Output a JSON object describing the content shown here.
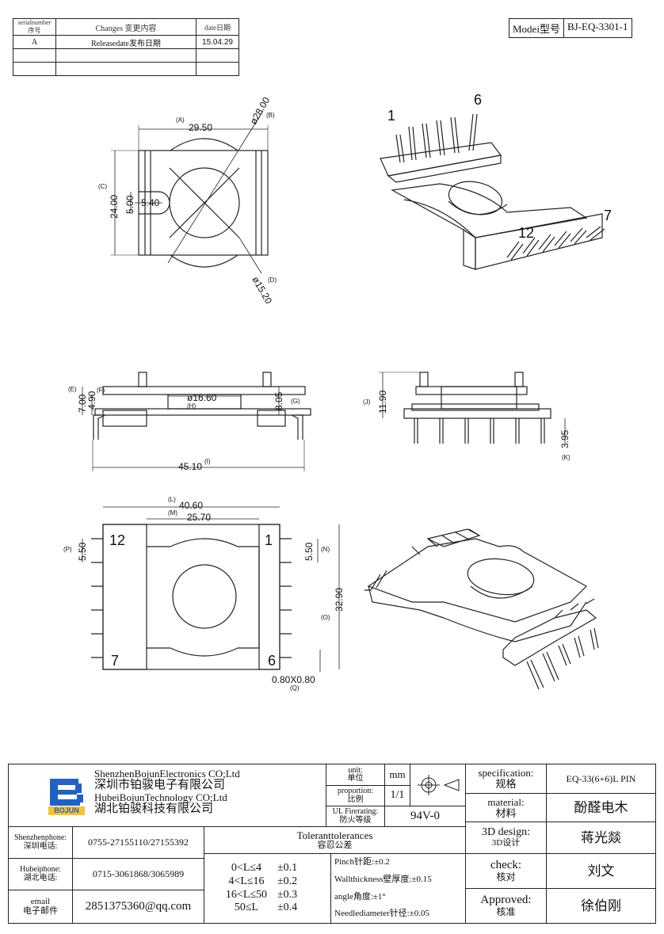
{
  "revision": {
    "headers": {
      "serial": "serialnumber序号",
      "changes": "Changes 变更内容",
      "date": "date日期"
    },
    "rows": [
      {
        "serial": "A",
        "changes": "Releasedate发布日期",
        "date": "15.04.29"
      }
    ]
  },
  "model": {
    "label": "Modei型号",
    "value": "BJ-EQ-3301-1"
  },
  "dims_top": {
    "a": "(A)",
    "b": "(B)",
    "c": "(C)",
    "d": "(D)",
    "w": "29.50",
    "dia_out": "ø28.00",
    "h": "24.00",
    "slot": "5.00",
    "inner": "5.40",
    "dia_in": "ø15.20"
  },
  "dims_side": {
    "e": "(E)",
    "f": "(F)",
    "g": "(G)",
    "hh": "(H)",
    "ii": "(I)",
    "h1": "7.00",
    "h2": "4.90",
    "dia": "ø16.60",
    "h3": "8.05",
    "len": "45.10"
  },
  "dims_side2": {
    "j": "(J)",
    "k": "(K)",
    "h": "11.90",
    "pin": "3.95"
  },
  "dims_bottom": {
    "l": "(L)",
    "m": "(M)",
    "n": "(N)",
    "o": "(O)",
    "p": "(P)",
    "q": "(Q)",
    "w1": "40.60",
    "w2": "25.70",
    "pitch_l": "5.50",
    "pitch_r": "5.50",
    "h": "32.90",
    "pinsize": "0.80X0.80",
    "pin12": "12",
    "pin1": "1",
    "pin7": "7",
    "pin6": "6"
  },
  "iso_pins": {
    "p1": "1",
    "p6": "6",
    "p7": "7",
    "p12": "12"
  },
  "company": {
    "en1": "ShenzhenBojunElectronics CO;Ltd",
    "cn1": "深圳市铂骏电子有限公司",
    "en2": "HubeiBojunTechnology CO;Ltd",
    "cn2": "湖北铂骏科技有限公司",
    "logo_text": "BOJUN"
  },
  "contacts": [
    {
      "label": "Shenzhenphone:",
      "label_cn": "深圳电话:",
      "value": "0755-27155110/27155392"
    },
    {
      "label": "Hubeiphone:",
      "label_cn": "湖北电话:",
      "value": "0715-3061868/3065989"
    },
    {
      "label": "email",
      "label_cn": "电子邮件",
      "value": "2851375360@qq.com"
    }
  ],
  "unit": {
    "label": "unit:",
    "label_cn": "单位",
    "value": "mm"
  },
  "proportion": {
    "label": "proportion:",
    "label_cn": "比例",
    "value": "1/1"
  },
  "ul": {
    "label": "UL Firerating:",
    "label_cn": "防火等级",
    "value": "94V-0"
  },
  "tolerances": {
    "title": "Toleranttolerances",
    "title_cn": "容忍公差",
    "rows": [
      {
        "range": "0<L≤4",
        "tol": "±0.1"
      },
      {
        "range": "4<L≤16",
        "tol": "±0.2"
      },
      {
        "range": "16<L≤50",
        "tol": "±0.3"
      },
      {
        "range": "50≤L",
        "tol": "±0.4"
      }
    ],
    "notes": [
      "Pinch针距:±0.2",
      "Wallthickness壁厚度:±0.15",
      "angle角度:±1°",
      "Needlediameter针径:±0.05"
    ]
  },
  "spec": {
    "label": "specification:",
    "label_cn": "规格",
    "value": "EQ-33(6+6)L PIN"
  },
  "material": {
    "label": "material:",
    "label_cn": "材料",
    "value": "酚醛电木"
  },
  "design": {
    "label": "3D design:",
    "label_cn": "3D设计",
    "value": "蒋光燚"
  },
  "check": {
    "label": "check:",
    "label_cn": "核对",
    "value": "刘文"
  },
  "approved": {
    "label": "Approved:",
    "label_cn": "核准",
    "value": "徐伯刚"
  }
}
